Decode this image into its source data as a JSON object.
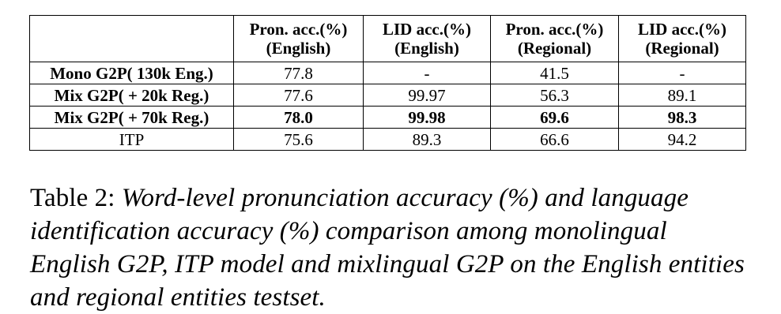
{
  "table": {
    "headers": [
      "",
      [
        "Pron. acc.(%)",
        "(English)"
      ],
      [
        "LID acc.(%)",
        "(English)"
      ],
      [
        "Pron. acc.(%)",
        "(Regional)"
      ],
      [
        "LID acc.(%)",
        "(Regional)"
      ]
    ],
    "rows": [
      [
        "Mono G2P( 130k Eng.)",
        "77.8",
        "-",
        "41.5",
        "-"
      ],
      [
        "Mix G2P( + 20k Reg.)",
        "77.6",
        "99.97",
        "56.3",
        "89.1"
      ],
      [
        "Mix G2P( + 70k Reg.)",
        "78.0",
        "99.98",
        "69.6",
        "98.3"
      ],
      [
        "ITP",
        "75.6",
        "89.3",
        "66.6",
        "94.2"
      ]
    ]
  },
  "caption": {
    "label": "Table 2:",
    "text": "Word-level pronunciation accuracy (%) and language identification accuracy (%) comparison among monolingual English G2P, ITP model and mixlingual G2P on the English entities and regional entities testset."
  }
}
